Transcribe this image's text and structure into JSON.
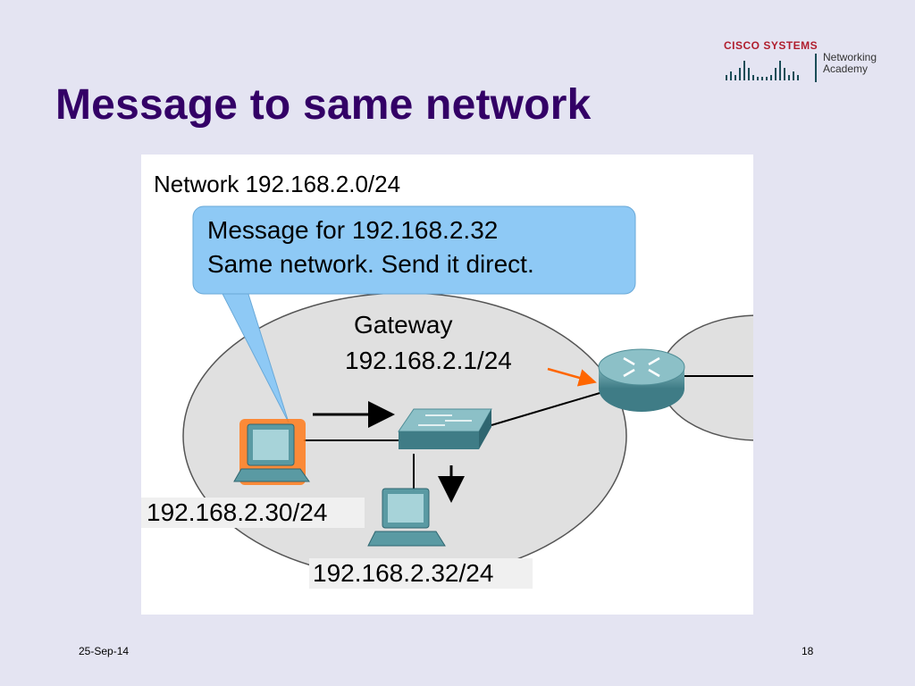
{
  "slide": {
    "title": "Message to same network",
    "date": "25-Sep-14",
    "page_number": "18"
  },
  "logo": {
    "brand": "CISCO SYSTEMS",
    "line1": "Networking",
    "line2": "Academy"
  },
  "diagram": {
    "network_label": "Network 192.168.2.0/24",
    "callout_line1": "Message for 192.168.2.32",
    "callout_line2": "Same network. Send it direct.",
    "gateway_label": "Gateway",
    "gateway_ip": "192.168.2.1/24",
    "sender_ip": "192.168.2.30/24",
    "receiver_ip": "192.168.2.32/24"
  },
  "colors": {
    "title": "#330066",
    "background": "#e4e4f2",
    "network_ellipse": "#e0e0e0",
    "callout": "#8ec9f5",
    "device": "#5a9aa3",
    "sender_highlight": "#ff7a1a",
    "pointer_arrow": "#ff6600"
  }
}
